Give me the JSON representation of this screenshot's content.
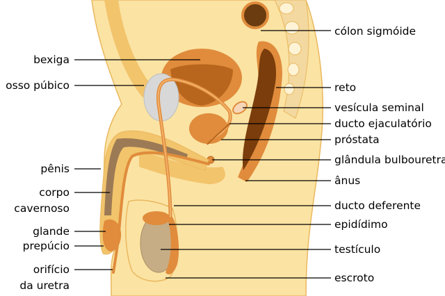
{
  "labels": {
    "colon": "cólon sigmóide",
    "bladder": "bexiga",
    "pubic_bone": "osso púbico",
    "rectum": "reto",
    "seminal_vesicle": "vesícula seminal",
    "ejaculatory_duct": "ducto ejaculatório",
    "prostate": "próstata",
    "bulbourethral_gland": "glândula bulbouretral",
    "penis": "pênis",
    "corpus_cavernosum_1": "corpo",
    "corpus_cavernosum_2": "cavernoso",
    "anus": "ânus",
    "vas_deferens": "ducto deferente",
    "glans": "glande",
    "epididymis": "epidídimo",
    "foreskin": "prepúcio",
    "testicle": "testículo",
    "urethral_orifice_1": "orifício",
    "urethral_orifice_2": "da uretra",
    "scrotum": "escroto"
  },
  "colors": {
    "skin": "#fbe3a3",
    "skin_edge": "#e9b85f",
    "tissue_orange": "#e08c3c",
    "bladder_dark": "#b8661d",
    "rectum_dark": "#7a3d0b",
    "bone": "#d8d8d8",
    "colon_blue": "#d7ecf7",
    "testis": "#c7ad86"
  }
}
